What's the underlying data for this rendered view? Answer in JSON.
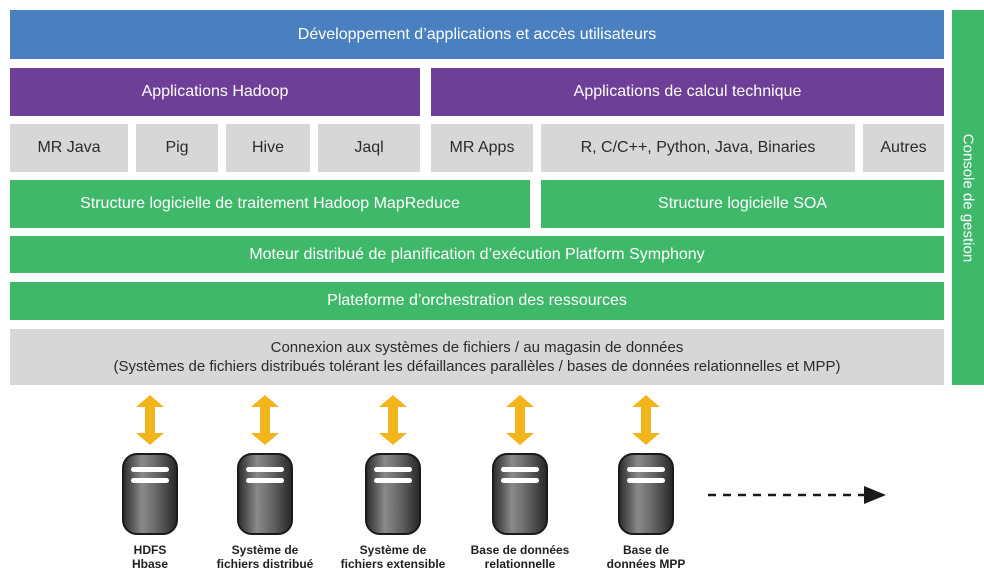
{
  "top_layer": "Développement d’applications et accès utilisateurs",
  "apps": {
    "hadoop": "Applications Hadoop",
    "technical": "Applications de calcul technique"
  },
  "tools": {
    "mr_java": "MR Java",
    "pig": "Pig",
    "hive": "Hive",
    "jaql": "Jaql",
    "mr_apps": "MR Apps",
    "languages": "R, C/C++, Python, Java, Binaries",
    "others": "Autres"
  },
  "frameworks": {
    "mapreduce": "Structure logicielle de traitement Hadoop MapReduce",
    "soa": "Structure logicielle SOA"
  },
  "engine": "Moteur distribué de planification d’exécution Platform Symphony",
  "orchestration": "Plateforme d’orchestration des ressources",
  "connection": {
    "line1": "Connexion aux systèmes de fichiers / au magasin de données",
    "line2": "(Systèmes de fichiers distribués tolérant les défaillances parallèles / bases de données relationnelles et MPP)"
  },
  "console": "Console de gestion",
  "storage": [
    {
      "line1": "HDFS",
      "line2": "Hbase"
    },
    {
      "line1": "Système de",
      "line2": "fichiers distribué"
    },
    {
      "line1": "Système de",
      "line2": "fichiers extensible"
    },
    {
      "line1": "Base de données",
      "line2": "relationnelle"
    },
    {
      "line1": "Base de",
      "line2": "données MPP"
    }
  ],
  "colors": {
    "blue": "#4a7fc0",
    "purple": "#6e3f97",
    "grey": "#d7d7d8",
    "green": "#3fb86a",
    "arrow": "#f2b51c"
  }
}
